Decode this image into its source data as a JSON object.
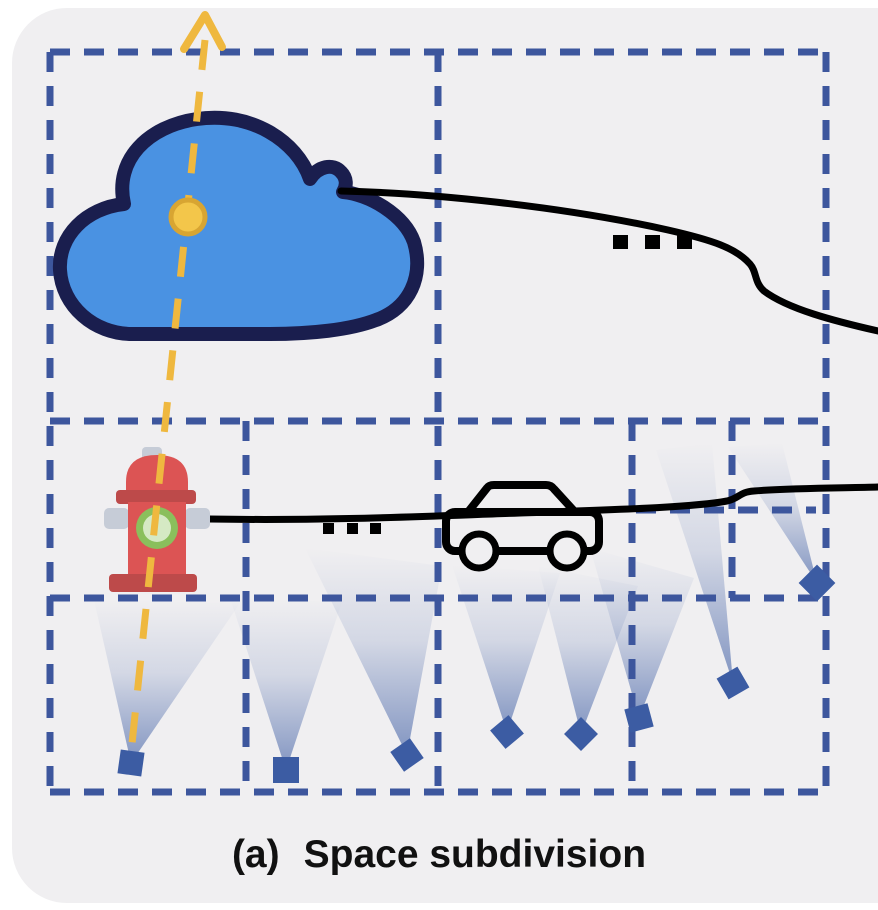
{
  "figure": {
    "caption": {
      "index_label": "(a)",
      "title": "Space subdivision"
    },
    "ellipsis": {
      "upper": "...",
      "lower": "..."
    },
    "colors": {
      "canvas_background": "#ffffff",
      "panel_background": "#f0eff1",
      "grid_dash_blue": "#3d569d",
      "camera_blue": "#3c5ca3",
      "ray_black": "#000000",
      "trajectory_yellow": "#efb83f",
      "waypoint_fill": "#f3c64a",
      "waypoint_stroke": "#d8a532",
      "cloud_fill": "#4a92e2",
      "cloud_outline": "#1a1e4e",
      "hydrant_red": "#dc5454",
      "hydrant_dark_red": "#bd4a4a",
      "hydrant_gray": "#c6ccd7",
      "hydrant_green_ring": "#8abf5c",
      "hydrant_green_center": "#d5e9c4",
      "caption_color": "#111111"
    },
    "elements": {
      "grid_style": "dashed blue subdivision cells, 3 rows with finer columns near cameras",
      "objects": [
        "cloud",
        "fire-hydrant",
        "car"
      ],
      "camera_count": 8,
      "scene_curves": 2,
      "trajectory": "yellow dashed line with up arrow and waypoint dot"
    }
  }
}
